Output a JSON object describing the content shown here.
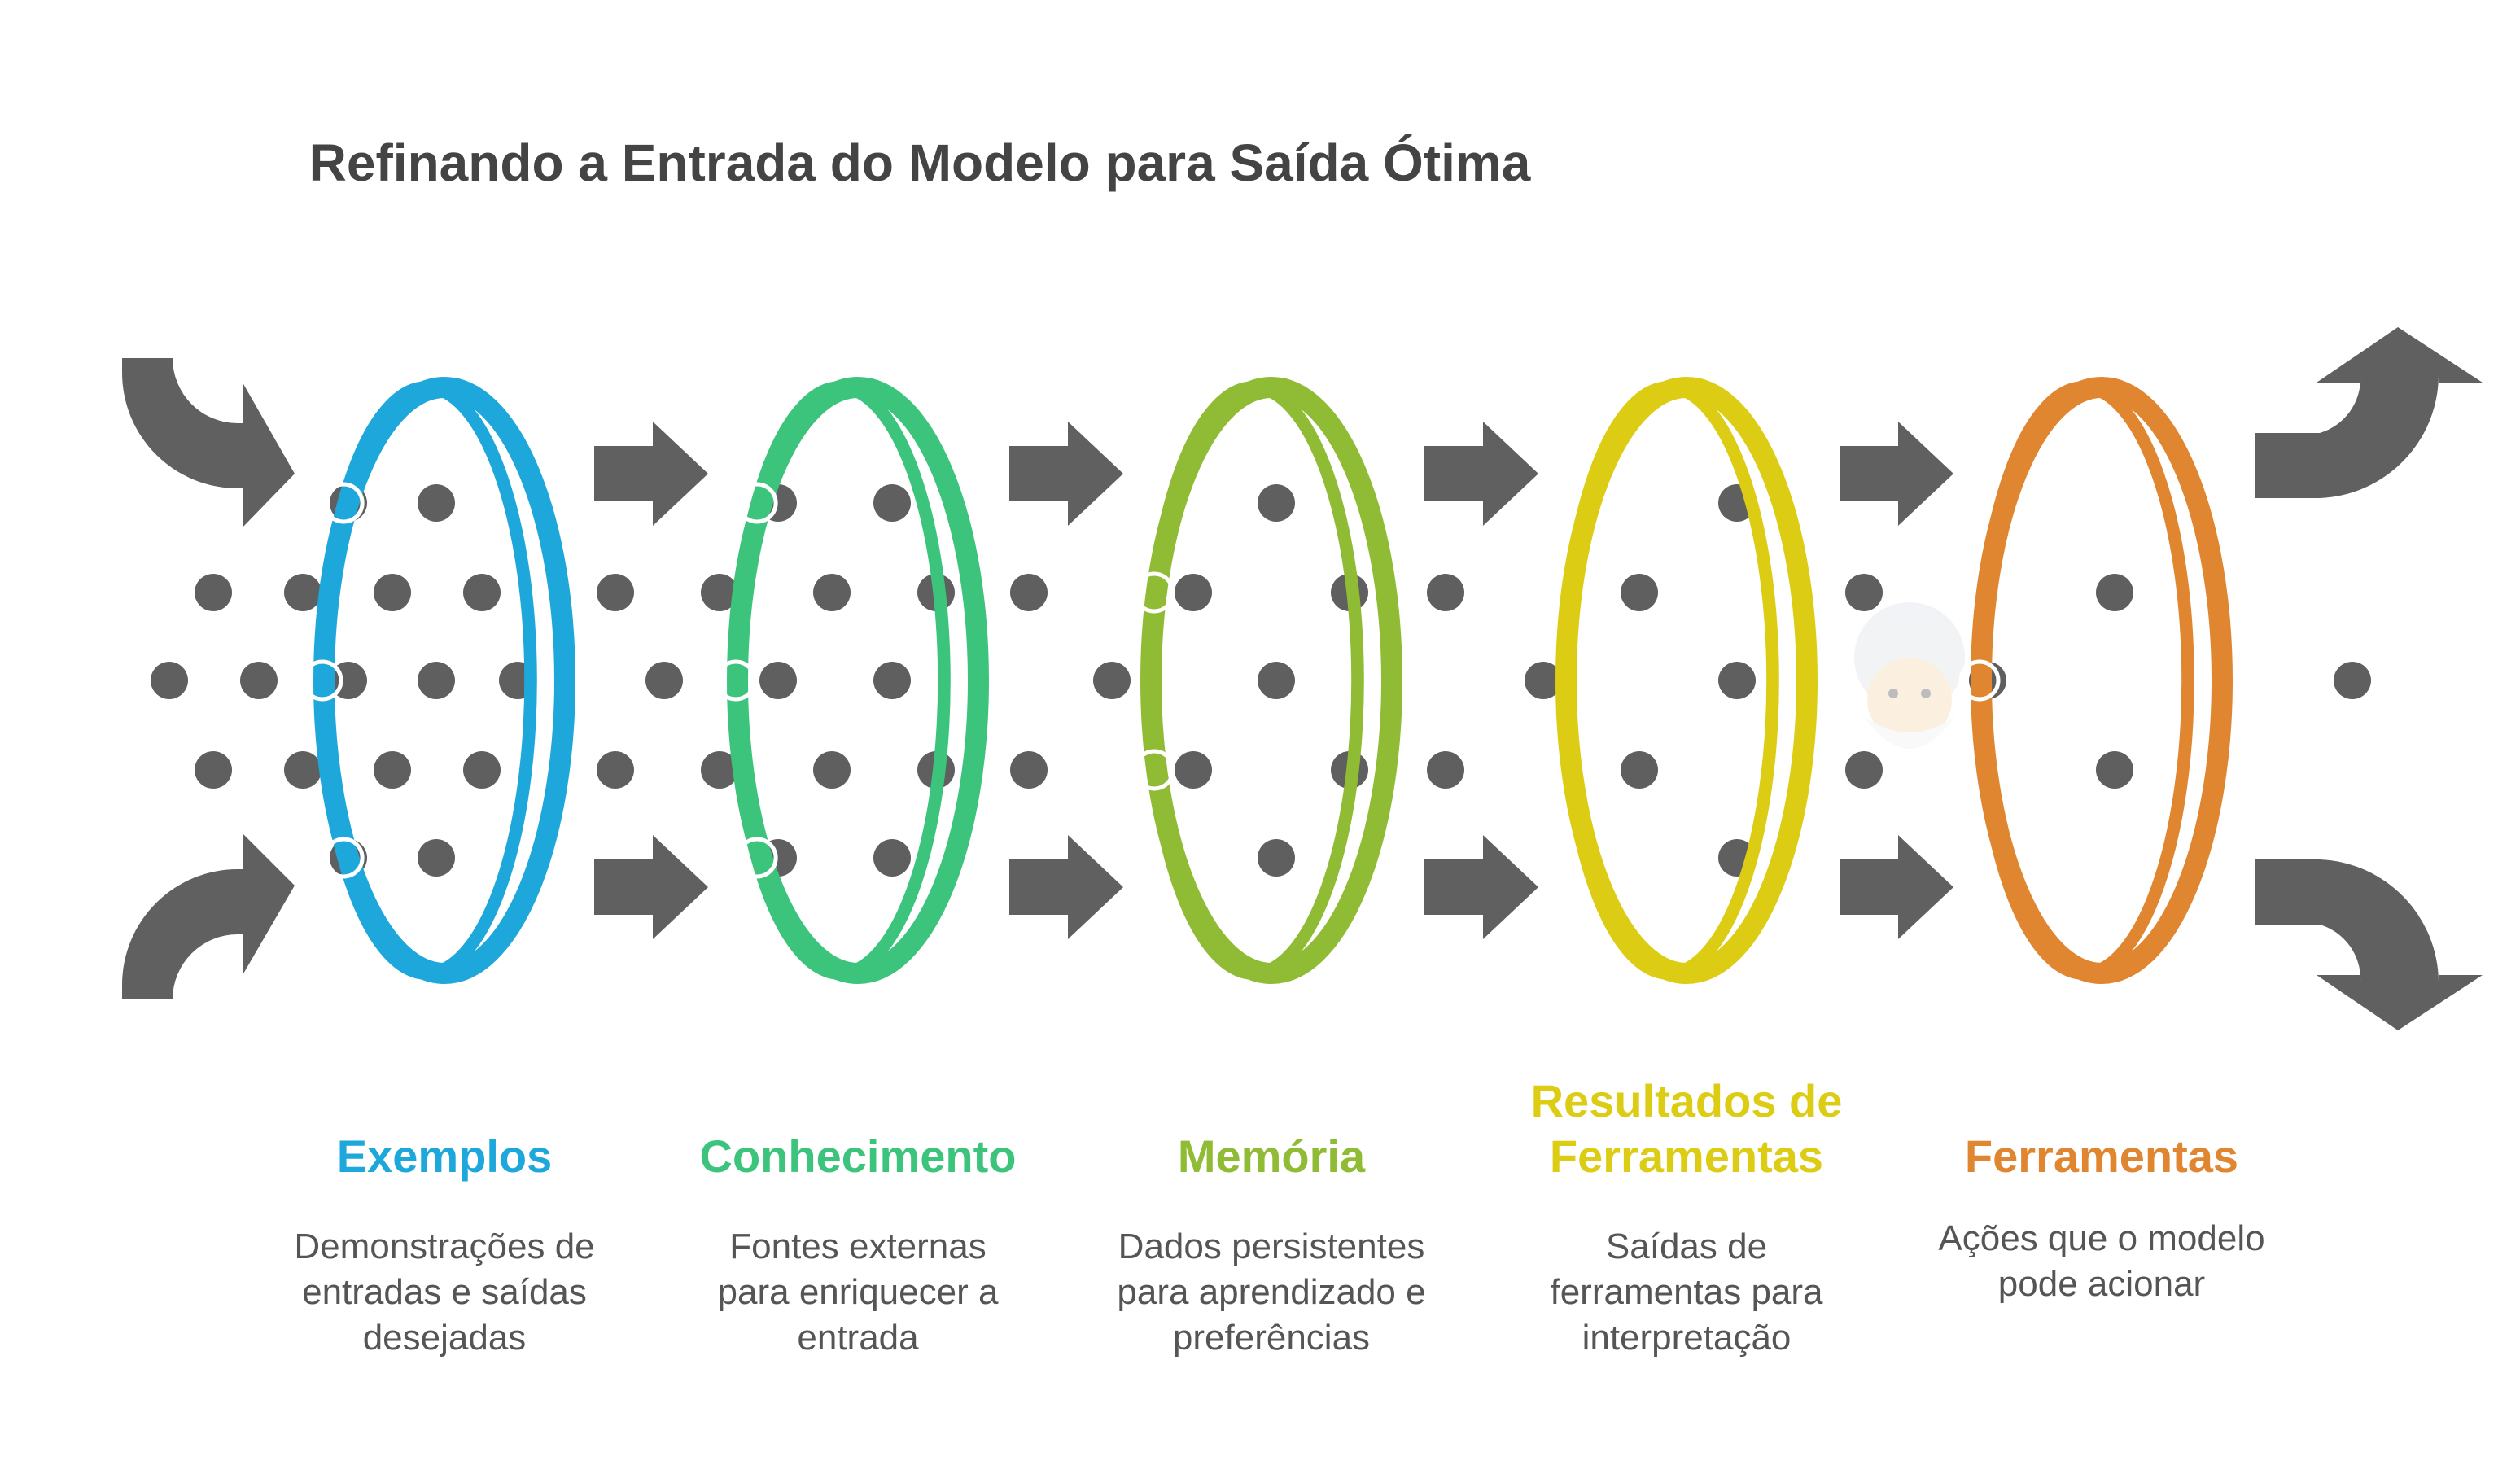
{
  "title": "Refinando a Entrada do Modelo para Saída Ótima",
  "colors": {
    "arrow": "#606060",
    "dot": "#5f5f5f",
    "background": "#ffffff"
  },
  "stages": [
    {
      "key": "exemplos",
      "title": [
        "Exemplos"
      ],
      "description": [
        "Demonstrações de",
        "entradas e saídas",
        "desejadas"
      ],
      "color": "#1ea7db"
    },
    {
      "key": "conhecimento",
      "title": [
        "Conhecimento"
      ],
      "description": [
        "Fontes externas",
        "para enriquecer a",
        "entrada"
      ],
      "color": "#3cc47c"
    },
    {
      "key": "memoria",
      "title": [
        "Memória"
      ],
      "description": [
        "Dados persistentes",
        "para aprendizado e",
        "preferências"
      ],
      "color": "#8fbc34"
    },
    {
      "key": "resultados-de-ferramentas",
      "title": [
        "Resultados de",
        "Ferramentas"
      ],
      "description": [
        "Saídas de",
        "ferramentas para",
        "interpretação"
      ],
      "color": "#dccc14"
    },
    {
      "key": "ferramentas",
      "title": [
        "Ferramentas"
      ],
      "description": [
        "Ações que o modelo",
        "pode acionar"
      ],
      "color": "#e08630"
    }
  ],
  "icons": {
    "inflow": "curved-inflow-arrow-icon",
    "step": "right-arrow-icon",
    "outflow": "curved-outflow-arrow-icon",
    "watermark": "assistant-face-icon"
  }
}
